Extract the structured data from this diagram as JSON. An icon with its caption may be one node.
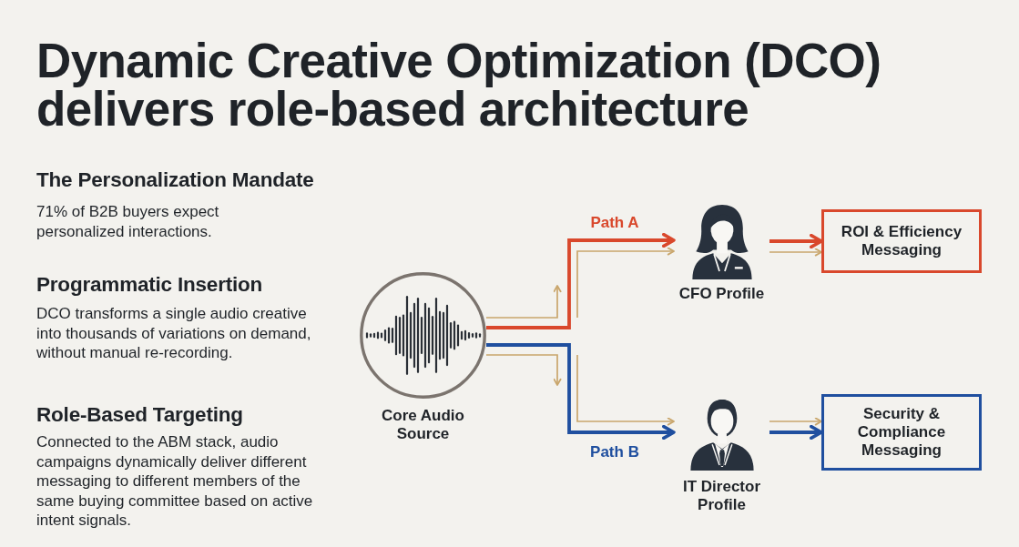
{
  "diagram": {
    "title": "Dynamic Creative Optimization (DCO) delivers role-based architecture",
    "nodes": [
      {
        "text": [
          "Core Audio Source"
        ]
      },
      {
        "text": [
          "CFO Profile"
        ]
      },
      {
        "text": [
          "IT Director Profile"
        ]
      },
      {
        "text": [
          "ROI & Efficiency Messaging"
        ]
      },
      {
        "text": [
          "Security & Compliance Messaging"
        ]
      }
    ],
    "edges": [
      {
        "from": 0,
        "to": 1,
        "arrow": "to",
        "label": "Path A",
        "style": "thick",
        "color": "#d9482c"
      },
      {
        "from": 0,
        "to": null,
        "arrow": "to"
      },
      {
        "from": null,
        "to": 1,
        "arrow": "to"
      },
      {
        "from": 0,
        "to": 2,
        "arrow": "to",
        "label": "Path B",
        "style": "thick",
        "color": "#1f4f9f"
      },
      {
        "from": 0,
        "to": null,
        "arrow": "to"
      },
      {
        "from": null,
        "to": 2,
        "arrow": "to"
      },
      {
        "from": 1,
        "to": 3,
        "arrow": "to",
        "style": "thick",
        "color": "#d9482c"
      },
      {
        "from": 1,
        "to": 3,
        "arrow": "to"
      },
      {
        "from": 2,
        "to": 4,
        "arrow": "to",
        "style": "thick",
        "color": "#1f4f9f"
      },
      {
        "from": 2,
        "to": 4,
        "arrow": "to"
      }
    ],
    "labels": [
      "The Personalization Mandate",
      "71% of B2B buyers expect personalized interactions.",
      "Programmatic Insertion",
      "DCO transforms a single audio creative into thousands of variations on demand, without manual re-recording.",
      "Role-Based Targeting",
      "Connected to the ABM stack, audio campaigns dynamically deliver different messaging to different members of the same buying committee based on active intent signals."
    ]
  }
}
